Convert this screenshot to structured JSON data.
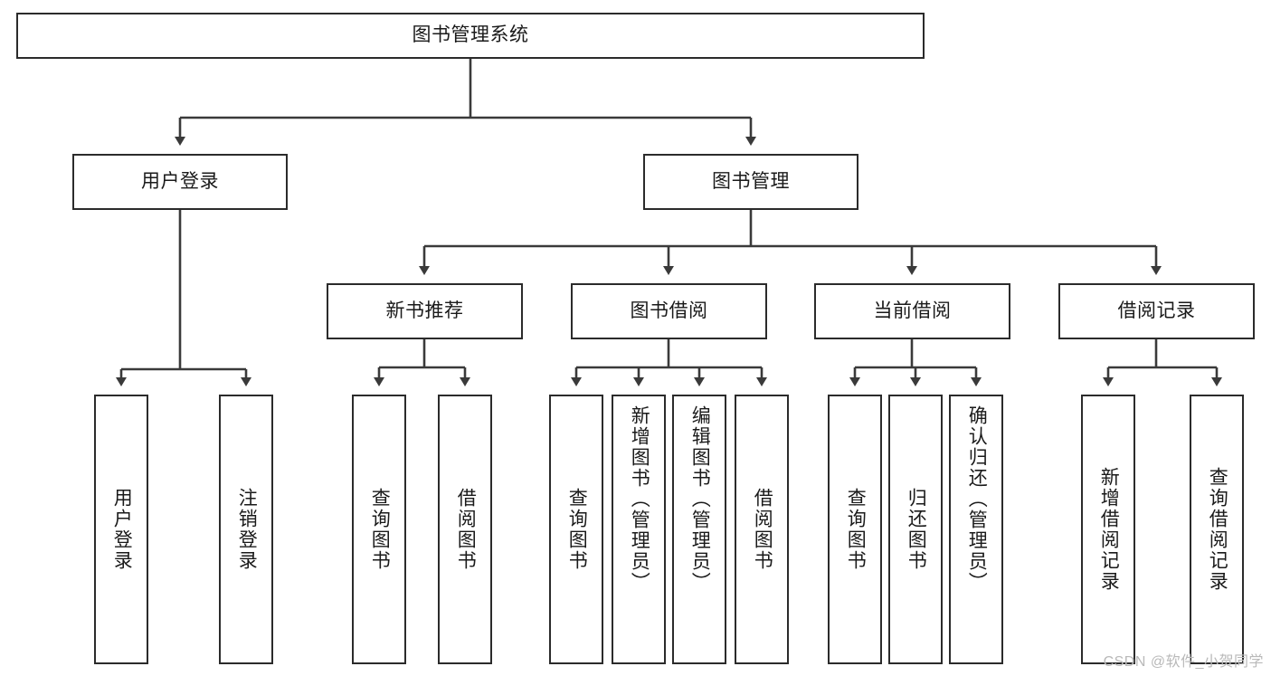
{
  "diagram": {
    "title": "图书管理系统",
    "type": "tree",
    "watermark": "CSDN @软件_小贺同学",
    "colors": {
      "background": "#ffffff",
      "border": "#2b2b2b",
      "text": "#1a1a1a",
      "connector": "#3a3a3a",
      "watermark": "#b9b9b9"
    },
    "nodes": {
      "root": {
        "label": "图书管理系统"
      },
      "level1": [
        {
          "id": "user-login",
          "label": "用户登录"
        },
        {
          "id": "book-management",
          "label": "图书管理"
        }
      ],
      "level2": [
        {
          "id": "new-book-recommend",
          "label": "新书推荐"
        },
        {
          "id": "book-borrow",
          "label": "图书借阅"
        },
        {
          "id": "current-borrow",
          "label": "当前借阅"
        },
        {
          "id": "borrow-record",
          "label": "借阅记录"
        }
      ],
      "leaves": {
        "user-login": [
          {
            "id": "leaf-user-login",
            "label": "用户登录"
          },
          {
            "id": "leaf-user-logout",
            "label": "注销登录"
          }
        ],
        "new-book-recommend": [
          {
            "id": "leaf-query-book-1",
            "label": "查询图书"
          },
          {
            "id": "leaf-borrow-book-1",
            "label": "借阅图书"
          }
        ],
        "book-borrow": [
          {
            "id": "leaf-query-book-2",
            "label": "查询图书"
          },
          {
            "id": "leaf-add-book",
            "label": "新增图书（管理员）"
          },
          {
            "id": "leaf-edit-book",
            "label": "编辑图书（管理员）"
          },
          {
            "id": "leaf-borrow-book-2",
            "label": "借阅图书"
          }
        ],
        "current-borrow": [
          {
            "id": "leaf-query-book-3",
            "label": "查询图书"
          },
          {
            "id": "leaf-return-book",
            "label": "归还图书"
          },
          {
            "id": "leaf-confirm-return",
            "label": "确认归还（管理员）"
          }
        ],
        "borrow-record": [
          {
            "id": "leaf-add-record",
            "label": "新增借阅记录"
          },
          {
            "id": "leaf-query-record",
            "label": "查询借阅记录"
          }
        ]
      }
    }
  }
}
